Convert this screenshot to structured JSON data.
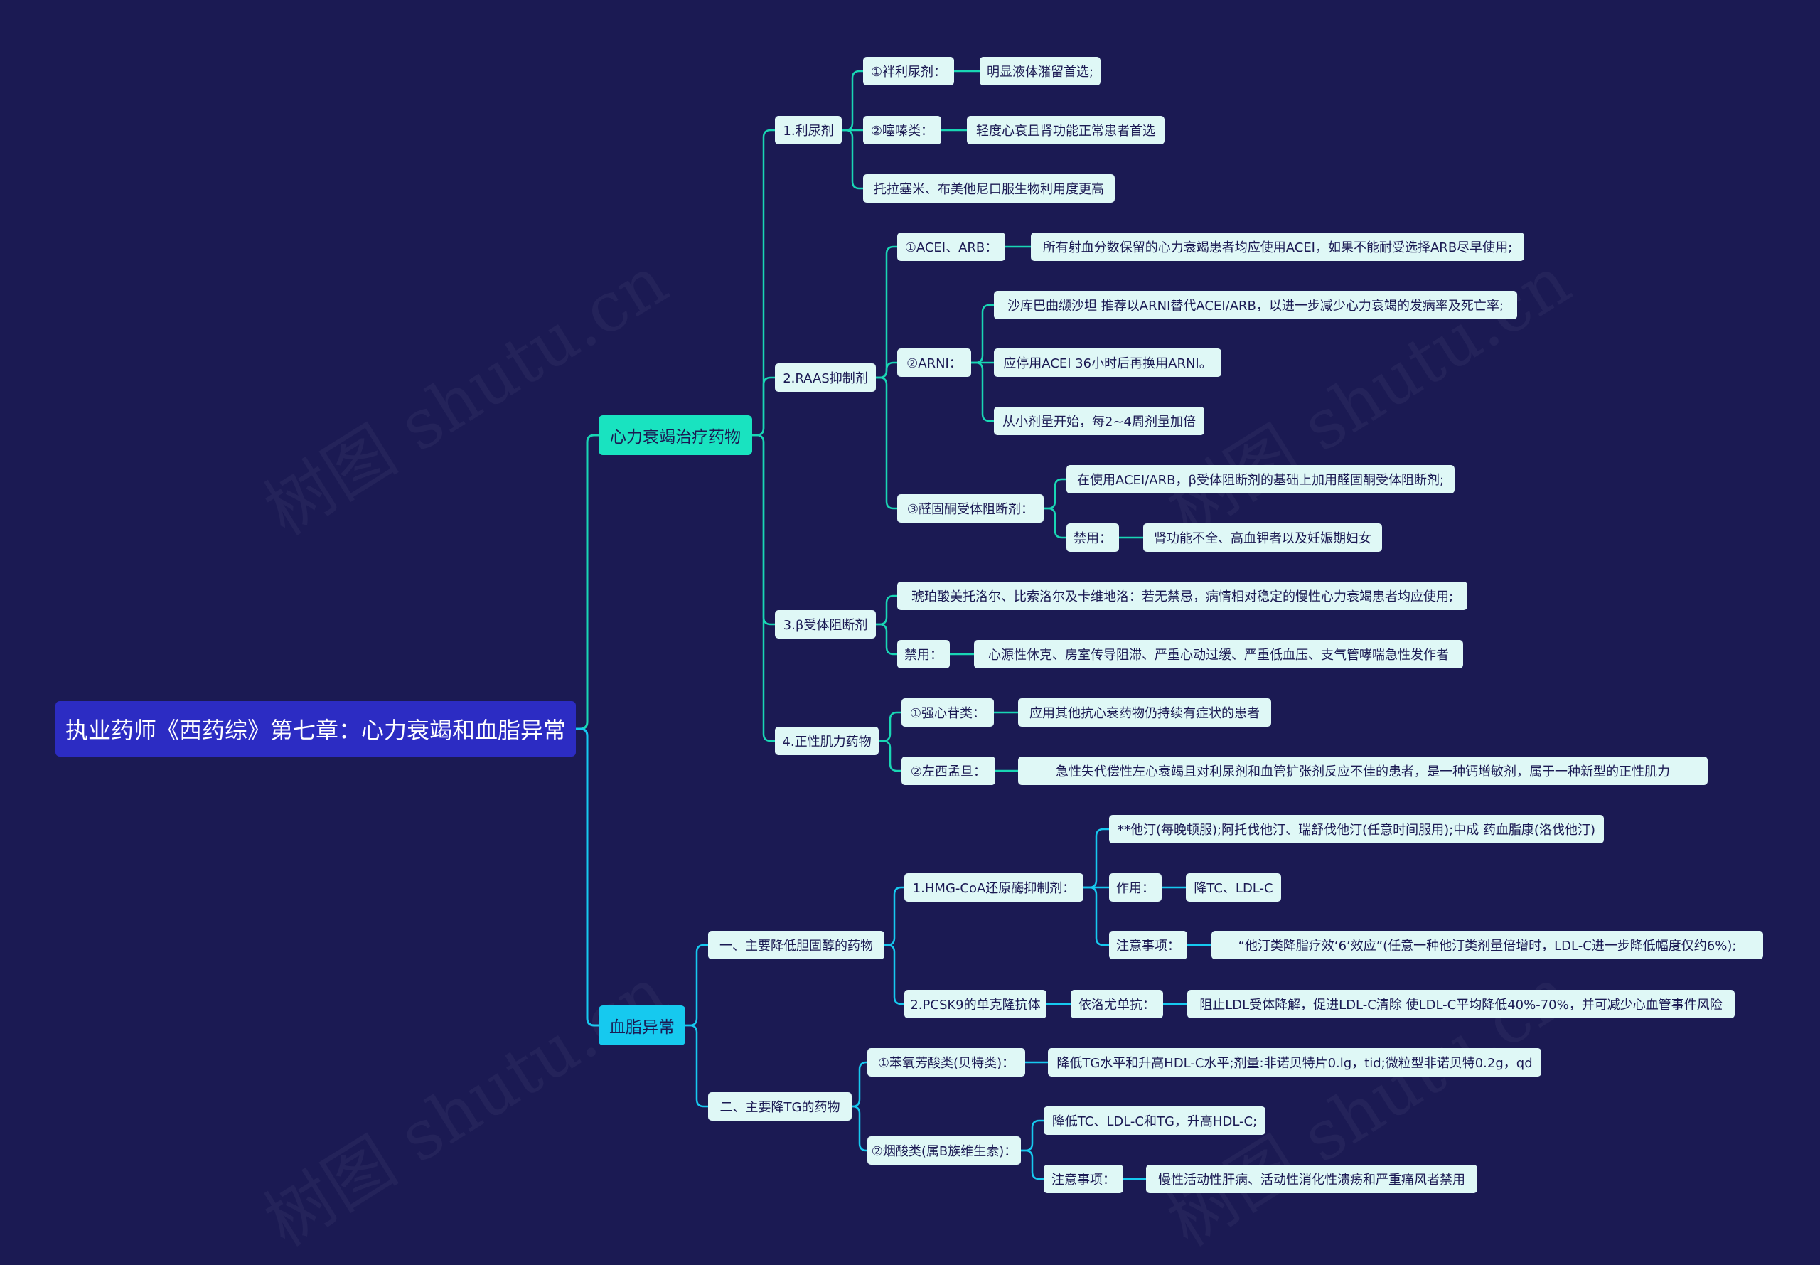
{
  "watermark": "树图 shutu.cn",
  "colors": {
    "background": "#1b1a53",
    "root": "#2c2cc3",
    "branch1": "#19e3c0",
    "branch2": "#16c9ef",
    "leaf": "#dff8f6",
    "line1": "#19d6b4",
    "line2": "#16c9ef"
  },
  "root": "执业药师《西药综》第七章：心力衰竭和血脂异常",
  "branches": [
    {
      "label": "心力衰竭治疗药物",
      "children": [
        {
          "label": "1.利尿剂",
          "children": [
            {
              "label": "①袢利尿剂：",
              "children": [
                {
                  "label": "明显液体潴留首选;"
                }
              ]
            },
            {
              "label": "②噻嗪类：",
              "children": [
                {
                  "label": "轻度心衰且肾功能正常患者首选"
                }
              ]
            },
            {
              "label": "托拉塞米、布美他尼口服生物利用度更高"
            }
          ]
        },
        {
          "label": "2.RAAS抑制剂",
          "children": [
            {
              "label": "①ACEI、ARB：",
              "children": [
                {
                  "label": "所有射血分数保留的心力衰竭患者均应使用ACEI，如果不能耐受选择ARB尽早使用;"
                }
              ]
            },
            {
              "label": "②ARNI：",
              "children": [
                {
                  "label": "沙库巴曲缬沙坦 推荐以ARNI替代ACEI/ARB，以进一步减少心力衰竭的发病率及死亡率;"
                },
                {
                  "label": "应停用ACEI 36小时后再换用ARNI。"
                },
                {
                  "label": "从小剂量开始，每2~4周剂量加倍"
                }
              ]
            },
            {
              "label": "③醛固酮受体阻断剂：",
              "children": [
                {
                  "label": "在使用ACEI/ARB，β受体阻断剂的基础上加用醛固酮受体阻断剂;"
                },
                {
                  "label": "禁用：",
                  "children": [
                    {
                      "label": "肾功能不全、高血钾者以及妊娠期妇女"
                    }
                  ]
                }
              ]
            }
          ]
        },
        {
          "label": "3.β受体阻断剂",
          "children": [
            {
              "label": "琥珀酸美托洛尔、比索洛尔及卡维地洛：若无禁忌，病情相对稳定的慢性心力衰竭患者均应使用;"
            },
            {
              "label": "禁用：",
              "children": [
                {
                  "label": "心源性休克、房室传导阻滞、严重心动过缓、严重低血压、支气管哮喘急性发作者"
                }
              ]
            }
          ]
        },
        {
          "label": "4.正性肌力药物",
          "children": [
            {
              "label": "①强心苷类：",
              "children": [
                {
                  "label": "应用其他抗心衰药物仍持续有症状的患者"
                }
              ]
            },
            {
              "label": "②左西孟旦：",
              "children": [
                {
                  "label": "急性失代偿性左心衰竭且对利尿剂和血管扩张剂反应不佳的患者，是一种钙增敏剂，属于一种新型的正性肌力"
                }
              ]
            }
          ]
        }
      ]
    },
    {
      "label": "血脂异常",
      "children": [
        {
          "label": "一、主要降低胆固醇的药物",
          "children": [
            {
              "label": "1.HMG-CoA还原酶抑制剂：",
              "children": [
                {
                  "label": "**他汀(每晚顿服);阿托伐他汀、瑞舒伐他汀(任意时间服用);中成 药血脂康(洛伐他汀)"
                },
                {
                  "label": "作用：",
                  "children": [
                    {
                      "label": "降TC、LDL-C"
                    }
                  ]
                },
                {
                  "label": "注意事项：",
                  "children": [
                    {
                      "label": "“他汀类降脂疗效‘6’效应”(任意一种他汀类剂量倍增时，LDL-C进一步降低幅度仅约6%);"
                    }
                  ]
                }
              ]
            },
            {
              "label": "2.PCSK9的单克隆抗体",
              "children": [
                {
                  "label": "依洛尤单抗：",
                  "children": [
                    {
                      "label": "阻止LDL受体降解，促进LDL-C清除 使LDL-C平均降低40%-70%，并可减少心血管事件风险"
                    }
                  ]
                }
              ]
            }
          ]
        },
        {
          "label": "二、主要降TG的药物",
          "children": [
            {
              "label": "①苯氧芳酸类(贝特类)：",
              "children": [
                {
                  "label": "降低TG水平和升高HDL-C水平;剂量:非诺贝特片0.lg，tid;微粒型非诺贝特0.2g，qd"
                }
              ]
            },
            {
              "label": "②烟酸类(属B族维生素)：",
              "children": [
                {
                  "label": "降低TC、LDL-C和TG，升高HDL-C;"
                },
                {
                  "label": "注意事项：",
                  "children": [
                    {
                      "label": "慢性活动性肝病、活动性消化性溃疡和严重痛风者禁用"
                    }
                  ]
                }
              ]
            }
          ]
        }
      ]
    }
  ]
}
